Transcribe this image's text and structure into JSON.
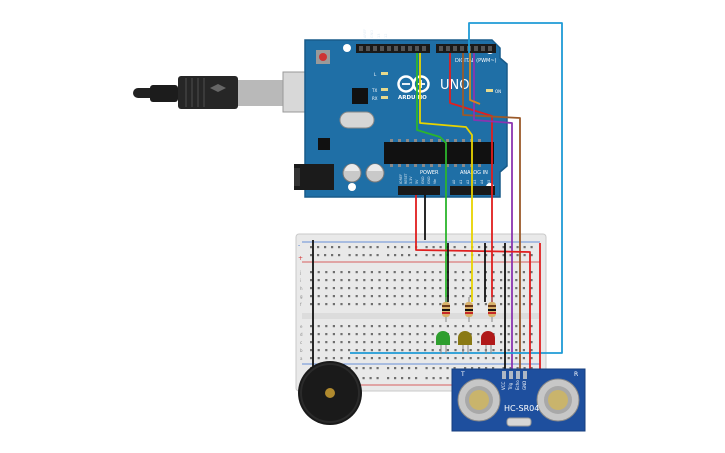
{
  "arduino": {
    "digital_label": "DIGITAL (PWM~)",
    "brand_logo_text": "ARDUINO",
    "model": "UNO",
    "power_label": "POWER",
    "analog_label": "ANALOG IN",
    "led_labels": [
      "L",
      "TX",
      "RX",
      "ON"
    ],
    "power_pins": [
      "IOREF",
      "RESET",
      "3.3V",
      "5V",
      "GND",
      "GND",
      "Vin"
    ],
    "analog_pins": [
      "A0",
      "A1",
      "A2",
      "A3",
      "A4",
      "A5"
    ]
  },
  "sensor": {
    "model": "HC-SR04",
    "pins": [
      "VCC",
      "Trig",
      "Echo",
      "GND"
    ],
    "transducer_labels": [
      "T",
      "R"
    ]
  },
  "breadboard": {
    "rail_plus": "+",
    "rail_minus": "-",
    "row_letters_top": [
      "j",
      "i",
      "h",
      "g",
      "f"
    ],
    "row_letters_bottom": [
      "e",
      "d",
      "c",
      "b",
      "a"
    ]
  },
  "components": {
    "leds": [
      {
        "name": "green-led",
        "color": "#2e9e2e"
      },
      {
        "name": "yellow-led",
        "color": "#8a7a14"
      },
      {
        "name": "red-led",
        "color": "#b01818"
      }
    ],
    "wire_colors": {
      "green": "#2cb52c",
      "yellow": "#e8d400",
      "red": "#e01f1f",
      "black": "#111111",
      "brown": "#9b5a2a",
      "purple": "#8a34b0",
      "blue": "#1f9bd6",
      "orange": "#d7861a"
    },
    "board_color": "#1f6fa6",
    "buzzer_color": "#1a1a1a"
  }
}
